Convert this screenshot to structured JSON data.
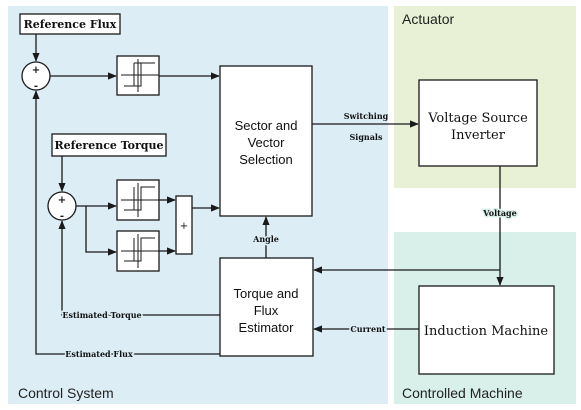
{
  "regions": {
    "control": {
      "label": "Control System",
      "color": "#dcedf6"
    },
    "actuator": {
      "label": "Actuator",
      "color": "#e8f1d6"
    },
    "machine": {
      "label": "Controlled Machine",
      "color": "#d9efe9"
    }
  },
  "blocks": {
    "reference_flux": "Reference Flux",
    "reference_torque": "Reference Torque",
    "sector_vector_selection": [
      "Sector and",
      "Vector",
      "Selection"
    ],
    "voltage_source_inverter": [
      "Voltage Source",
      "Inverter"
    ],
    "torque_flux_estimator": [
      "Torque and",
      "Flux",
      "Estimator"
    ],
    "induction_machine": "Induction Machine",
    "summer_symbol": "+"
  },
  "summing_junction_signs": {
    "flux": {
      "top": "+",
      "bottom": "-"
    },
    "torque": {
      "top": "+",
      "bottom": "-"
    }
  },
  "signals": {
    "switching": [
      "Switching",
      "Signals"
    ],
    "voltage": "Voltage",
    "angle": "Angle",
    "current": "Current",
    "estimated_torque": "Estimated Torque",
    "estimated_flux": "Estimated Flux"
  },
  "colors": {
    "line": "#1a1a1a",
    "block_fill": "#ffffff"
  }
}
